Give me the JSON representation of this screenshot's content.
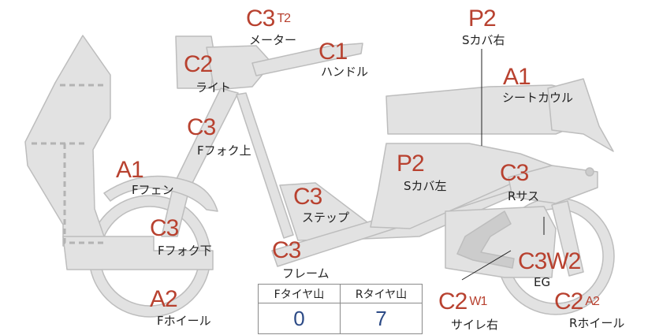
{
  "parts": [
    {
      "id": "meter",
      "grade": "C3",
      "sub": "T2",
      "label": "メーター"
    },
    {
      "id": "handle",
      "grade": "C1",
      "sub": "",
      "label": "ハンドル"
    },
    {
      "id": "light",
      "grade": "C2",
      "sub": "",
      "label": "ライト"
    },
    {
      "id": "fork-upper",
      "grade": "C3",
      "sub": "",
      "label": "Fフォク上"
    },
    {
      "id": "front-fender",
      "grade": "A1",
      "sub": "",
      "label": "Fフェン"
    },
    {
      "id": "fork-lower",
      "grade": "C3",
      "sub": "",
      "label": "Fフォク下"
    },
    {
      "id": "front-wheel",
      "grade": "A2",
      "sub": "",
      "label": "Fホイール"
    },
    {
      "id": "step",
      "grade": "C3",
      "sub": "",
      "label": "ステップ"
    },
    {
      "id": "frame",
      "grade": "C3",
      "sub": "",
      "label": "フレーム"
    },
    {
      "id": "side-cover-left",
      "grade": "P2",
      "sub": "",
      "label": "Sカバ左"
    },
    {
      "id": "side-cover-right",
      "grade": "P2",
      "sub": "",
      "label": "Sカバ右"
    },
    {
      "id": "seat-cowl",
      "grade": "A1",
      "sub": "",
      "label": "シートカウル"
    },
    {
      "id": "rear-suspension",
      "grade": "C3",
      "sub": "",
      "label": "Rサス"
    },
    {
      "id": "engine",
      "grade": "C3W2",
      "sub": "",
      "label": "EG"
    },
    {
      "id": "muffler-right",
      "grade": "C2",
      "sub": "W1",
      "label": "サイレ右"
    },
    {
      "id": "rear-wheel",
      "grade": "C2",
      "sub": "A2",
      "label": "Rホイール"
    }
  ],
  "tread": {
    "front_label": "Fタイヤ山",
    "rear_label": "Rタイヤ山",
    "front_value": "0",
    "rear_value": "7"
  },
  "colors": {
    "grade": "#b8412f",
    "body": "#e1e1e1",
    "outline": "#bdbdbd",
    "tread_value": "#2c4a86"
  }
}
